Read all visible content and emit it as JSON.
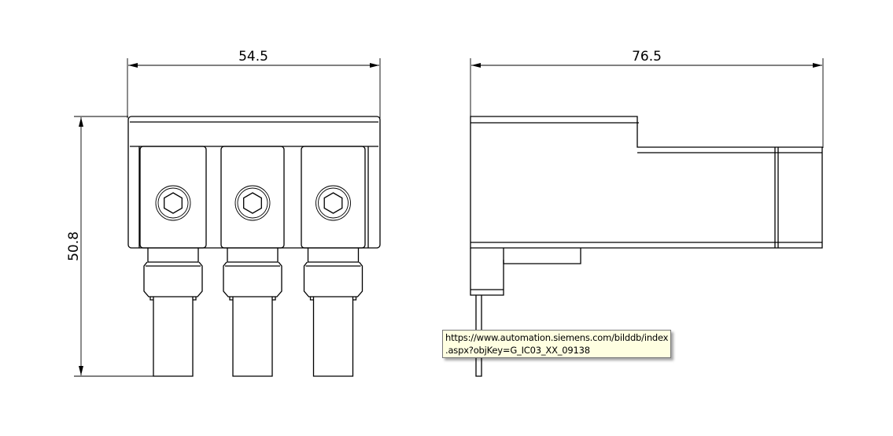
{
  "front_view": {
    "width_dim": "54.5",
    "height_dim": "50.8"
  },
  "side_view": {
    "width_dim": "76.5"
  },
  "tooltip": {
    "line1": "https://www.automation.siemens.com/bilddb/index",
    "line2": ".aspx?objKey=G_IC03_XX_09138"
  }
}
